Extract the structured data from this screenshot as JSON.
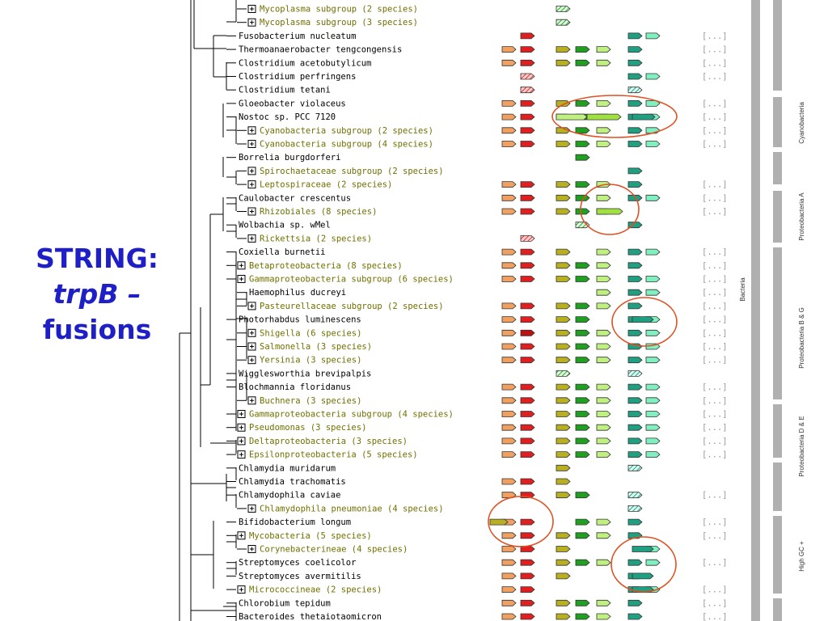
{
  "title": {
    "line1": "STRING:",
    "line2": "trpB –",
    "line3": "fusions"
  },
  "colors": {
    "orange": "#f0a060",
    "red": "#e02020",
    "redhatch": "#f08080",
    "olive": "#b8b020",
    "green": "#20a020",
    "lightgreen": "#c0f080",
    "brightgreen": "#a0e040",
    "teal": "#20a080",
    "mint": "#80f0c0",
    "group_text": "#707000",
    "circle": "#e05020"
  },
  "tree_rows": [
    {
      "name": "Mycoplasma subgroup (2 species)",
      "group": true,
      "lvl": 5,
      "genes": [
        [
          2,
          "greenhatch"
        ]
      ],
      "more": false
    },
    {
      "name": "Mycoplasma subgroup (3 species)",
      "group": true,
      "lvl": 5,
      "genes": [
        [
          2,
          "greenhatch"
        ]
      ],
      "more": false
    },
    {
      "name": "Fusobacterium nucleatum",
      "group": false,
      "lvl": 3,
      "genes": [
        [
          1,
          "red"
        ],
        [
          5,
          "teal"
        ],
        [
          6,
          "mint"
        ]
      ],
      "more": true
    },
    {
      "name": "Thermoanaerobacter tengcongensis",
      "group": false,
      "lvl": 3,
      "genes": [
        [
          0,
          "orange"
        ],
        [
          1,
          "red"
        ],
        [
          2,
          "olive"
        ],
        [
          3,
          "green"
        ],
        [
          4,
          "lightgreen"
        ],
        [
          5,
          "teal"
        ]
      ],
      "more": true
    },
    {
      "name": "Clostridium acetobutylicum",
      "group": false,
      "lvl": 4,
      "genes": [
        [
          0,
          "orange"
        ],
        [
          1,
          "red"
        ],
        [
          2,
          "olive"
        ],
        [
          3,
          "green"
        ],
        [
          4,
          "lightgreen"
        ],
        [
          5,
          "teal"
        ]
      ],
      "more": true
    },
    {
      "name": "Clostridium perfringens",
      "group": false,
      "lvl": 4,
      "genes": [
        [
          1,
          "redhatch"
        ],
        [
          5,
          "teal"
        ],
        [
          6,
          "mint"
        ]
      ],
      "more": true
    },
    {
      "name": "Clostridium tetani",
      "group": false,
      "lvl": 4,
      "genes": [
        [
          1,
          "redhatch"
        ],
        [
          5,
          "tealhatch"
        ]
      ],
      "more": false
    },
    {
      "name": "Gloeobacter violaceus",
      "group": false,
      "lvl": 3,
      "genes": [
        [
          0,
          "orange"
        ],
        [
          1,
          "red"
        ],
        [
          2,
          "olive"
        ],
        [
          3,
          "green"
        ],
        [
          4,
          "lightgreen"
        ],
        [
          5,
          "teal"
        ],
        [
          6,
          "mint"
        ]
      ],
      "more": true
    },
    {
      "name": "Nostoc sp. PCC 7120",
      "group": false,
      "lvl": 4,
      "genes": [
        [
          0,
          "orange"
        ],
        [
          1,
          "red"
        ],
        [
          2,
          "olive"
        ],
        [
          3,
          "green"
        ],
        [
          4,
          "lightgreen"
        ],
        [
          5,
          "teal"
        ],
        [
          6,
          "mint"
        ]
      ],
      "more": true
    },
    {
      "name": "Cyanobacteria subgroup (2 species)",
      "group": true,
      "lvl": 5,
      "genes": [
        [
          0,
          "orange"
        ],
        [
          1,
          "red"
        ],
        [
          2,
          "olive"
        ],
        [
          3,
          "green"
        ],
        [
          4,
          "lightgreen"
        ],
        [
          5,
          "teal"
        ],
        [
          6,
          "mint"
        ]
      ],
      "more": true
    },
    {
      "name": "Cyanobacteria subgroup (4 species)",
      "group": true,
      "lvl": 5,
      "genes": [
        [
          0,
          "orange"
        ],
        [
          1,
          "red"
        ],
        [
          2,
          "olive"
        ],
        [
          3,
          "green"
        ],
        [
          4,
          "lightgreen"
        ],
        [
          5,
          "teal"
        ],
        [
          6,
          "mint"
        ]
      ],
      "more": true
    },
    {
      "name": "Borrelia burgdorferi",
      "group": false,
      "lvl": 4,
      "genes": [
        [
          3,
          "green"
        ]
      ],
      "more": false
    },
    {
      "name": "Spirochaetaceae subgroup (2 species)",
      "group": true,
      "lvl": 5,
      "genes": [
        [
          5,
          "teal"
        ]
      ],
      "more": false
    },
    {
      "name": "Leptospiraceae (2 species)",
      "group": true,
      "lvl": 5,
      "genes": [
        [
          0,
          "orange"
        ],
        [
          1,
          "red"
        ],
        [
          2,
          "olive"
        ],
        [
          3,
          "green"
        ],
        [
          4,
          "lightgreen"
        ],
        [
          5,
          "teal"
        ]
      ],
      "more": true
    },
    {
      "name": "Caulobacter crescentus",
      "group": false,
      "lvl": 4,
      "genes": [
        [
          0,
          "orange"
        ],
        [
          1,
          "red"
        ],
        [
          2,
          "olive"
        ],
        [
          3,
          "green"
        ],
        [
          4,
          "lightgreen"
        ],
        [
          5,
          "teal"
        ],
        [
          6,
          "mint"
        ]
      ],
      "more": true
    },
    {
      "name": "Rhizobiales (8 species)",
      "group": true,
      "lvl": 5,
      "genes": [
        [
          0,
          "orange"
        ],
        [
          1,
          "red"
        ],
        [
          2,
          "olive"
        ],
        [
          3,
          "green"
        ],
        [
          4,
          "lightgreen"
        ]
      ],
      "more": true
    },
    {
      "name": "Wolbachia sp. wMel",
      "group": false,
      "lvl": 4,
      "genes": [
        [
          3,
          "greenhatch"
        ],
        [
          5,
          "teal"
        ]
      ],
      "more": false
    },
    {
      "name": "Rickettsia (2 species)",
      "group": true,
      "lvl": 5,
      "genes": [
        [
          1,
          "redhatch"
        ]
      ],
      "more": false
    },
    {
      "name": "Coxiella burnetii",
      "group": false,
      "lvl": 3,
      "genes": [
        [
          0,
          "orange"
        ],
        [
          1,
          "red"
        ],
        [
          2,
          "olive"
        ],
        [
          4,
          "lightgreen"
        ],
        [
          5,
          "teal"
        ],
        [
          6,
          "mint"
        ]
      ],
      "more": true
    },
    {
      "name": "Betaproteobacteria (8 species)",
      "group": true,
      "lvl": 4,
      "genes": [
        [
          0,
          "orange"
        ],
        [
          1,
          "red"
        ],
        [
          2,
          "olive"
        ],
        [
          3,
          "green"
        ],
        [
          4,
          "lightgreen"
        ],
        [
          5,
          "teal"
        ]
      ],
      "more": true
    },
    {
      "name": "Gammaproteobacteria subgroup (6 species)",
      "group": true,
      "lvl": 4,
      "genes": [
        [
          0,
          "orange"
        ],
        [
          1,
          "red"
        ],
        [
          2,
          "olive"
        ],
        [
          3,
          "green"
        ],
        [
          4,
          "lightgreen"
        ],
        [
          5,
          "teal"
        ],
        [
          6,
          "mint"
        ]
      ],
      "more": true
    },
    {
      "name": "Haemophilus ducreyi",
      "group": false,
      "lvl": 5,
      "genes": [
        [
          4,
          "lightgreen"
        ],
        [
          5,
          "teal"
        ],
        [
          6,
          "mint"
        ]
      ],
      "more": true
    },
    {
      "name": "Pasteurellaceae subgroup (2 species)",
      "group": true,
      "lvl": 5,
      "genes": [
        [
          0,
          "orange"
        ],
        [
          1,
          "red"
        ],
        [
          2,
          "olive"
        ],
        [
          3,
          "green"
        ],
        [
          4,
          "lightgreen"
        ],
        [
          5,
          "teal"
        ]
      ],
      "more": true
    },
    {
      "name": "Photorhabdus luminescens",
      "group": false,
      "lvl": 4,
      "genes": [
        [
          0,
          "orange"
        ],
        [
          1,
          "red"
        ],
        [
          2,
          "olive"
        ],
        [
          3,
          "green"
        ],
        [
          5,
          "teal"
        ],
        [
          6,
          "mint"
        ]
      ],
      "more": true
    },
    {
      "name": "Shigella (6 species)",
      "group": true,
      "lvl": 5,
      "genes": [
        [
          0,
          "orange"
        ],
        [
          1,
          "darkred"
        ],
        [
          2,
          "olive"
        ],
        [
          3,
          "green"
        ],
        [
          4,
          "lightgreen"
        ],
        [
          5,
          "teal"
        ],
        [
          6,
          "mint"
        ]
      ],
      "more": true
    },
    {
      "name": "Salmonella (3 species)",
      "group": true,
      "lvl": 5,
      "genes": [
        [
          0,
          "orange"
        ],
        [
          1,
          "red"
        ],
        [
          2,
          "olive"
        ],
        [
          3,
          "green"
        ],
        [
          4,
          "lightgreen"
        ],
        [
          5,
          "teal"
        ],
        [
          6,
          "mint"
        ]
      ],
      "more": true
    },
    {
      "name": "Yersinia (3 species)",
      "group": true,
      "lvl": 5,
      "genes": [
        [
          0,
          "orange"
        ],
        [
          1,
          "red"
        ],
        [
          2,
          "olive"
        ],
        [
          3,
          "green"
        ],
        [
          4,
          "lightgreen"
        ],
        [
          5,
          "teal"
        ],
        [
          6,
          "mint"
        ]
      ],
      "more": true
    },
    {
      "name": "Wigglesworthia brevipalpis",
      "group": false,
      "lvl": 4,
      "genes": [
        [
          2,
          "greenhatch"
        ],
        [
          5,
          "tealhatch"
        ]
      ],
      "more": false
    },
    {
      "name": "Blochmannia floridanus",
      "group": false,
      "lvl": 4,
      "genes": [
        [
          0,
          "orange"
        ],
        [
          1,
          "red"
        ],
        [
          2,
          "olive"
        ],
        [
          3,
          "green"
        ],
        [
          4,
          "lightgreen"
        ],
        [
          5,
          "teal"
        ],
        [
          6,
          "mint"
        ]
      ],
      "more": true
    },
    {
      "name": "Buchnera (3 species)",
      "group": true,
      "lvl": 5,
      "genes": [
        [
          0,
          "orange"
        ],
        [
          1,
          "red"
        ],
        [
          2,
          "olive"
        ],
        [
          3,
          "green"
        ],
        [
          4,
          "lightgreen"
        ],
        [
          5,
          "teal"
        ],
        [
          6,
          "mint"
        ]
      ],
      "more": true
    },
    {
      "name": "Gammaproteobacteria subgroup (4 species)",
      "group": true,
      "lvl": 4,
      "genes": [
        [
          0,
          "orange"
        ],
        [
          1,
          "red"
        ],
        [
          2,
          "olive"
        ],
        [
          3,
          "green"
        ],
        [
          4,
          "lightgreen"
        ],
        [
          5,
          "teal"
        ],
        [
          6,
          "mint"
        ]
      ],
      "more": true
    },
    {
      "name": "Pseudomonas (3 species)",
      "group": true,
      "lvl": 4,
      "genes": [
        [
          0,
          "orange"
        ],
        [
          1,
          "red"
        ],
        [
          2,
          "olive"
        ],
        [
          3,
          "green"
        ],
        [
          4,
          "lightgreen"
        ],
        [
          5,
          "teal"
        ],
        [
          6,
          "mint"
        ]
      ],
      "more": true
    },
    {
      "name": "Deltaproteobacteria (3 species)",
      "group": true,
      "lvl": 4,
      "genes": [
        [
          0,
          "orange"
        ],
        [
          1,
          "red"
        ],
        [
          2,
          "olive"
        ],
        [
          3,
          "green"
        ],
        [
          4,
          "lightgreen"
        ],
        [
          5,
          "teal"
        ],
        [
          6,
          "mint"
        ]
      ],
      "more": true
    },
    {
      "name": "Epsilonproteobacteria (5 species)",
      "group": true,
      "lvl": 4,
      "genes": [
        [
          0,
          "orange"
        ],
        [
          1,
          "red"
        ],
        [
          2,
          "olive"
        ],
        [
          3,
          "green"
        ],
        [
          4,
          "lightgreen"
        ],
        [
          5,
          "teal"
        ],
        [
          6,
          "mint"
        ]
      ],
      "more": true
    },
    {
      "name": "Chlamydia muridarum",
      "group": false,
      "lvl": 4,
      "genes": [
        [
          2,
          "olive"
        ],
        [
          5,
          "tealhatch"
        ]
      ],
      "more": false
    },
    {
      "name": "Chlamydia trachomatis",
      "group": false,
      "lvl": 4,
      "genes": [
        [
          0,
          "orange"
        ],
        [
          1,
          "red"
        ],
        [
          2,
          "olive"
        ]
      ],
      "more": false
    },
    {
      "name": "Chlamydophila caviae",
      "group": false,
      "lvl": 4,
      "genes": [
        [
          0,
          "orange"
        ],
        [
          1,
          "red"
        ],
        [
          2,
          "olive"
        ],
        [
          3,
          "green"
        ],
        [
          5,
          "tealhatch"
        ]
      ],
      "more": true
    },
    {
      "name": "Chlamydophila pneumoniae (4 species)",
      "group": true,
      "lvl": 5,
      "genes": [
        [
          5,
          "tealhatch"
        ]
      ],
      "more": false
    },
    {
      "name": "Bifidobacterium longum",
      "group": false,
      "lvl": 3,
      "genes": [
        [
          0,
          "orange"
        ],
        [
          1,
          "red"
        ],
        [
          3,
          "green"
        ],
        [
          4,
          "lightgreen"
        ],
        [
          5,
          "teal"
        ]
      ],
      "more": true
    },
    {
      "name": "Mycobacteria (5 species)",
      "group": true,
      "lvl": 4,
      "genes": [
        [
          0,
          "orange"
        ],
        [
          1,
          "red"
        ],
        [
          2,
          "olive"
        ],
        [
          3,
          "green"
        ],
        [
          4,
          "lightgreen"
        ],
        [
          5,
          "teal"
        ]
      ],
      "more": true
    },
    {
      "name": "Corynebacterineae (4 species)",
      "group": true,
      "lvl": 5,
      "genes": [
        [
          0,
          "orange"
        ],
        [
          1,
          "red"
        ],
        [
          2,
          "olive"
        ],
        [
          6,
          "mint"
        ]
      ],
      "more": false
    },
    {
      "name": "Streptomyces coelicolor",
      "group": false,
      "lvl": 4,
      "genes": [
        [
          0,
          "orange"
        ],
        [
          1,
          "red"
        ],
        [
          2,
          "olive"
        ],
        [
          3,
          "green"
        ],
        [
          4,
          "lightgreen"
        ],
        [
          5,
          "teal"
        ],
        [
          6,
          "mint"
        ]
      ],
      "more": true
    },
    {
      "name": "Streptomyces avermitilis",
      "group": false,
      "lvl": 4,
      "genes": [
        [
          0,
          "orange"
        ],
        [
          1,
          "red"
        ],
        [
          2,
          "olive"
        ],
        [
          5,
          "teal"
        ]
      ],
      "more": false
    },
    {
      "name": "Micrococcineae (2 species)",
      "group": true,
      "lvl": 4,
      "genes": [
        [
          0,
          "orange"
        ],
        [
          1,
          "red"
        ],
        [
          5,
          "teal"
        ],
        [
          6,
          "mint"
        ]
      ],
      "more": true
    },
    {
      "name": "Chlorobium tepidum",
      "group": false,
      "lvl": 3,
      "genes": [
        [
          0,
          "orange"
        ],
        [
          1,
          "red"
        ],
        [
          2,
          "olive"
        ],
        [
          3,
          "green"
        ],
        [
          4,
          "lightgreen"
        ],
        [
          5,
          "teal"
        ]
      ],
      "more": true
    },
    {
      "name": "Bacteroides thetaiotaomicron",
      "group": false,
      "lvl": 3,
      "genes": [
        [
          0,
          "orange"
        ],
        [
          1,
          "red"
        ],
        [
          2,
          "olive"
        ],
        [
          3,
          "green"
        ],
        [
          4,
          "lightgreen"
        ],
        [
          5,
          "teal"
        ]
      ],
      "more": true
    }
  ],
  "more_text": "[...]",
  "sidebar_text": {
    "kingdom": "Bacteria",
    "groups": [
      "Cyanobacteria",
      "Proteobacteria A",
      "Proteobacteria B & G",
      "Proteobacteria D & E",
      "High GC +"
    ]
  }
}
